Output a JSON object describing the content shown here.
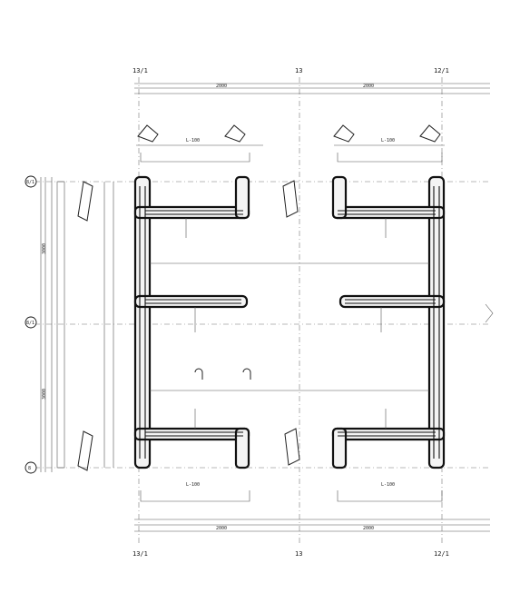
{
  "axes": {
    "top": [
      "13/1",
      "13",
      "12/1"
    ],
    "bottom": [
      "13/1",
      "13",
      "12/1"
    ],
    "left": [
      "8/1",
      "8/1",
      "8"
    ]
  },
  "dimensions": {
    "top": [
      "2000",
      "2000"
    ],
    "bottom": [
      "2000",
      "2000"
    ],
    "left": [
      "3000",
      "3000"
    ]
  },
  "callouts": [
    "L-100",
    "L-100",
    "L-100",
    "L-100"
  ]
}
